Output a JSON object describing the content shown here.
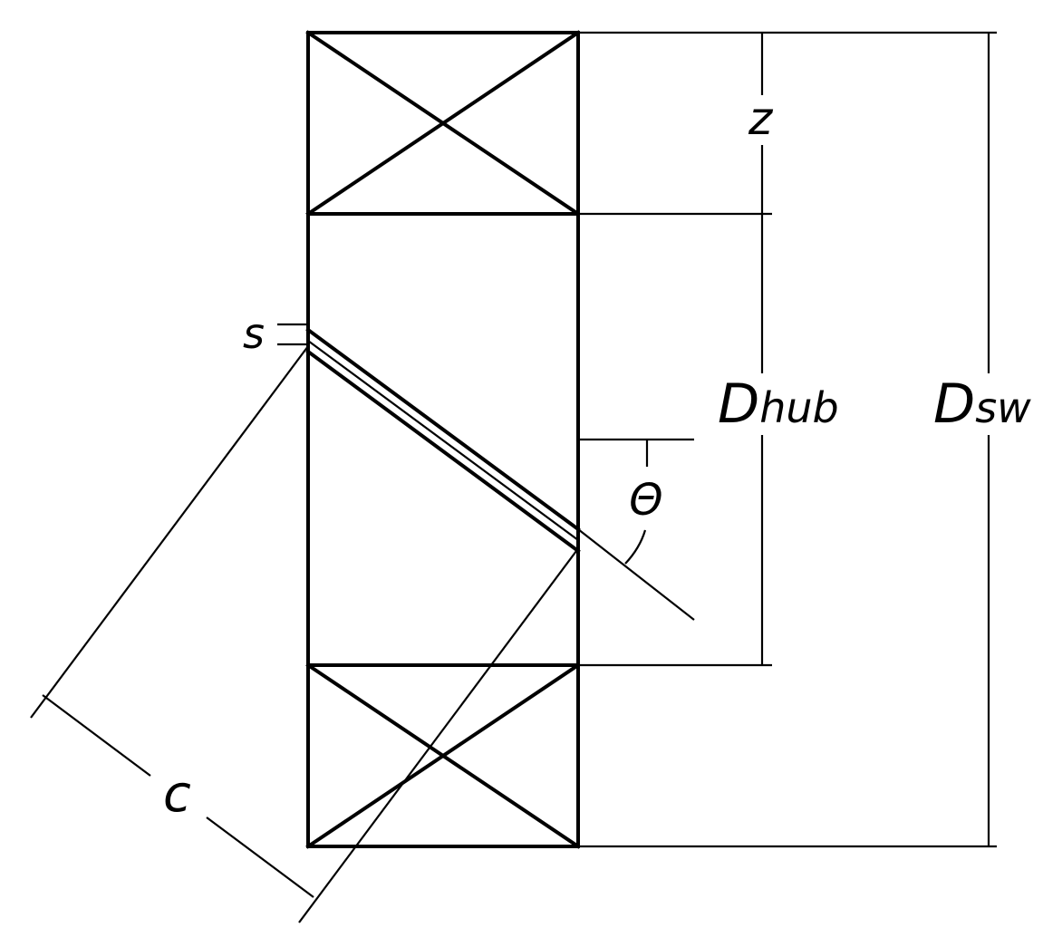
{
  "labels": {
    "z": "z",
    "s": "s",
    "d_hub_main": "D",
    "d_hub_sub": "hub",
    "d_sw_main": "D",
    "d_sw_sub": "sw",
    "theta": "Θ",
    "c": "c"
  }
}
